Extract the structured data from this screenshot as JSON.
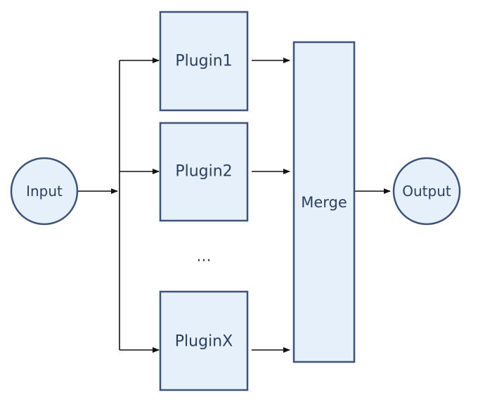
{
  "colors": {
    "node_fill": "#e6f0fb",
    "node_stroke": "#3d5478",
    "edge": "#111111",
    "text": "#2b3f5f"
  },
  "nodes": {
    "input": {
      "label": "Input",
      "shape": "circle"
    },
    "plugin1": {
      "label": "Plugin1",
      "shape": "rect"
    },
    "plugin2": {
      "label": "Plugin2",
      "shape": "rect"
    },
    "ellipsis": {
      "label": "..."
    },
    "pluginx": {
      "label": "PluginX",
      "shape": "rect"
    },
    "merge": {
      "label": "Merge",
      "shape": "rect"
    },
    "output": {
      "label": "Output",
      "shape": "circle"
    }
  },
  "edges": [
    {
      "from": "input",
      "to": "plugin1"
    },
    {
      "from": "input",
      "to": "plugin2"
    },
    {
      "from": "input",
      "to": "pluginx"
    },
    {
      "from": "plugin1",
      "to": "merge"
    },
    {
      "from": "plugin2",
      "to": "merge"
    },
    {
      "from": "pluginx",
      "to": "merge"
    },
    {
      "from": "merge",
      "to": "output"
    }
  ]
}
